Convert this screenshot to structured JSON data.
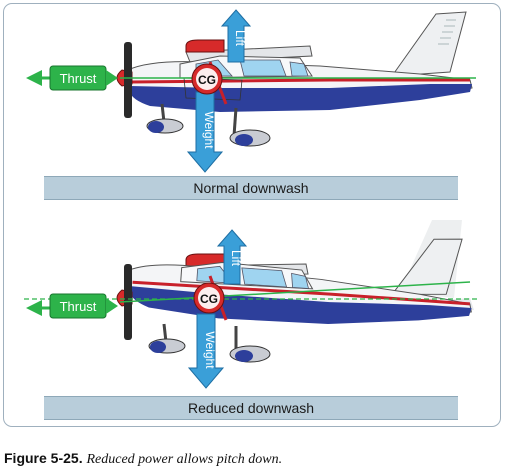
{
  "scenes": [
    {
      "thrust_label": "Thrust",
      "cg_label": "CG",
      "lift_label": "Lift",
      "weight_label": "Weight",
      "downwash_label": "Normal downwash"
    },
    {
      "thrust_label": "Thrust",
      "cg_label": "CG",
      "lift_label": "Lift",
      "weight_label": "Weight",
      "downwash_label": "Reduced downwash"
    }
  ],
  "caption": {
    "figure_label": "Figure 5-25.",
    "text": "Reduced power allows pitch down."
  },
  "colors": {
    "thrust": "#2db34a",
    "force_arrow": "#3a9fd8",
    "cg_ball": "#d62a2a",
    "fuselage_blue": "#2d3f9b",
    "stripe_red": "#c8202a",
    "downwash_bar": "#b8cdda"
  },
  "icons": {
    "airplane": "cessna-airplane-icon",
    "cg": "center-of-gravity-icon"
  }
}
